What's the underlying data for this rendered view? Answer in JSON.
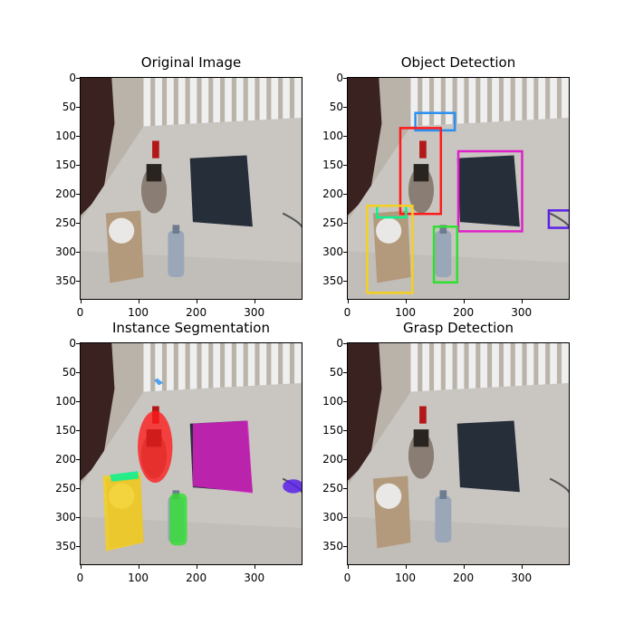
{
  "panels": [
    {
      "title": "Original Image"
    },
    {
      "title": "Object Detection"
    },
    {
      "title": "Instance Segmentation"
    },
    {
      "title": "Grasp Detection"
    }
  ],
  "axis": {
    "y_ticks": [
      "0",
      "50",
      "100",
      "150",
      "200",
      "250",
      "300",
      "350"
    ],
    "x_ticks": [
      "0",
      "100",
      "200",
      "300"
    ]
  },
  "colors": {
    "red": "#ff1a1a",
    "blue": "#2a8ff0",
    "magenta": "#e020c8",
    "purple": "#5a20e8",
    "cyan_green": "#10f090",
    "yellow": "#f5d020",
    "green": "#30e030"
  }
}
